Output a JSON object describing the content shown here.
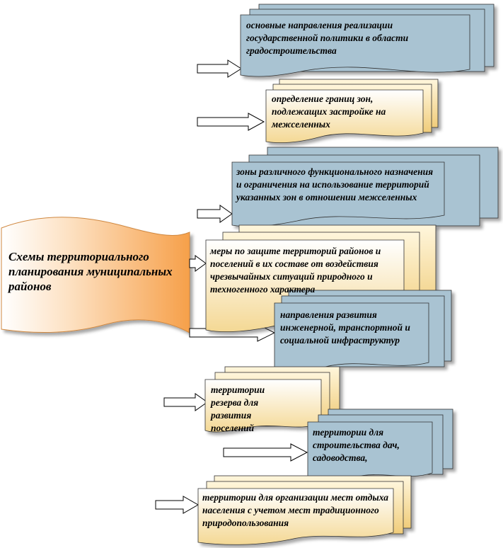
{
  "title": "Схемы территориального планирования муниципальных районов",
  "items": [
    {
      "id": 1,
      "text": "основные направления реализации государственной политики в области градостроительства",
      "color": "blue"
    },
    {
      "id": 2,
      "text": "определение границ зон, подлежащих застройке на межселенных",
      "color": "yellow"
    },
    {
      "id": 3,
      "text": "зоны различного функционального назначения и ограничения на использование территорий указанных зон в отношении межселенных",
      "color": "blue"
    },
    {
      "id": 4,
      "text": "меры по защите территорий районов и поселений в их составе от воздействия чрезвычайных ситуаций природного и техногенного характера",
      "color": "yellow"
    },
    {
      "id": 5,
      "text": "направления развития инженерной, транспортной и социальной инфраструктур",
      "color": "blue"
    },
    {
      "id": 6,
      "text": "территории резерва для развития поселений",
      "color": "yellow"
    },
    {
      "id": 7,
      "text": "территории для строительства дач, садоводства,",
      "color": "blue"
    },
    {
      "id": 8,
      "text": "территории для организации мест отдыха населения с учетом мест традиционного природопользования",
      "color": "yellow"
    }
  ],
  "colors": {
    "blue_fill": "#a9c3d2",
    "blue_shadow": "#7d97a6",
    "yellow_top": "#ffffff",
    "yellow_bottom": "#f4d894",
    "main_left": "#ffffff",
    "main_right": "#f6a04a"
  }
}
